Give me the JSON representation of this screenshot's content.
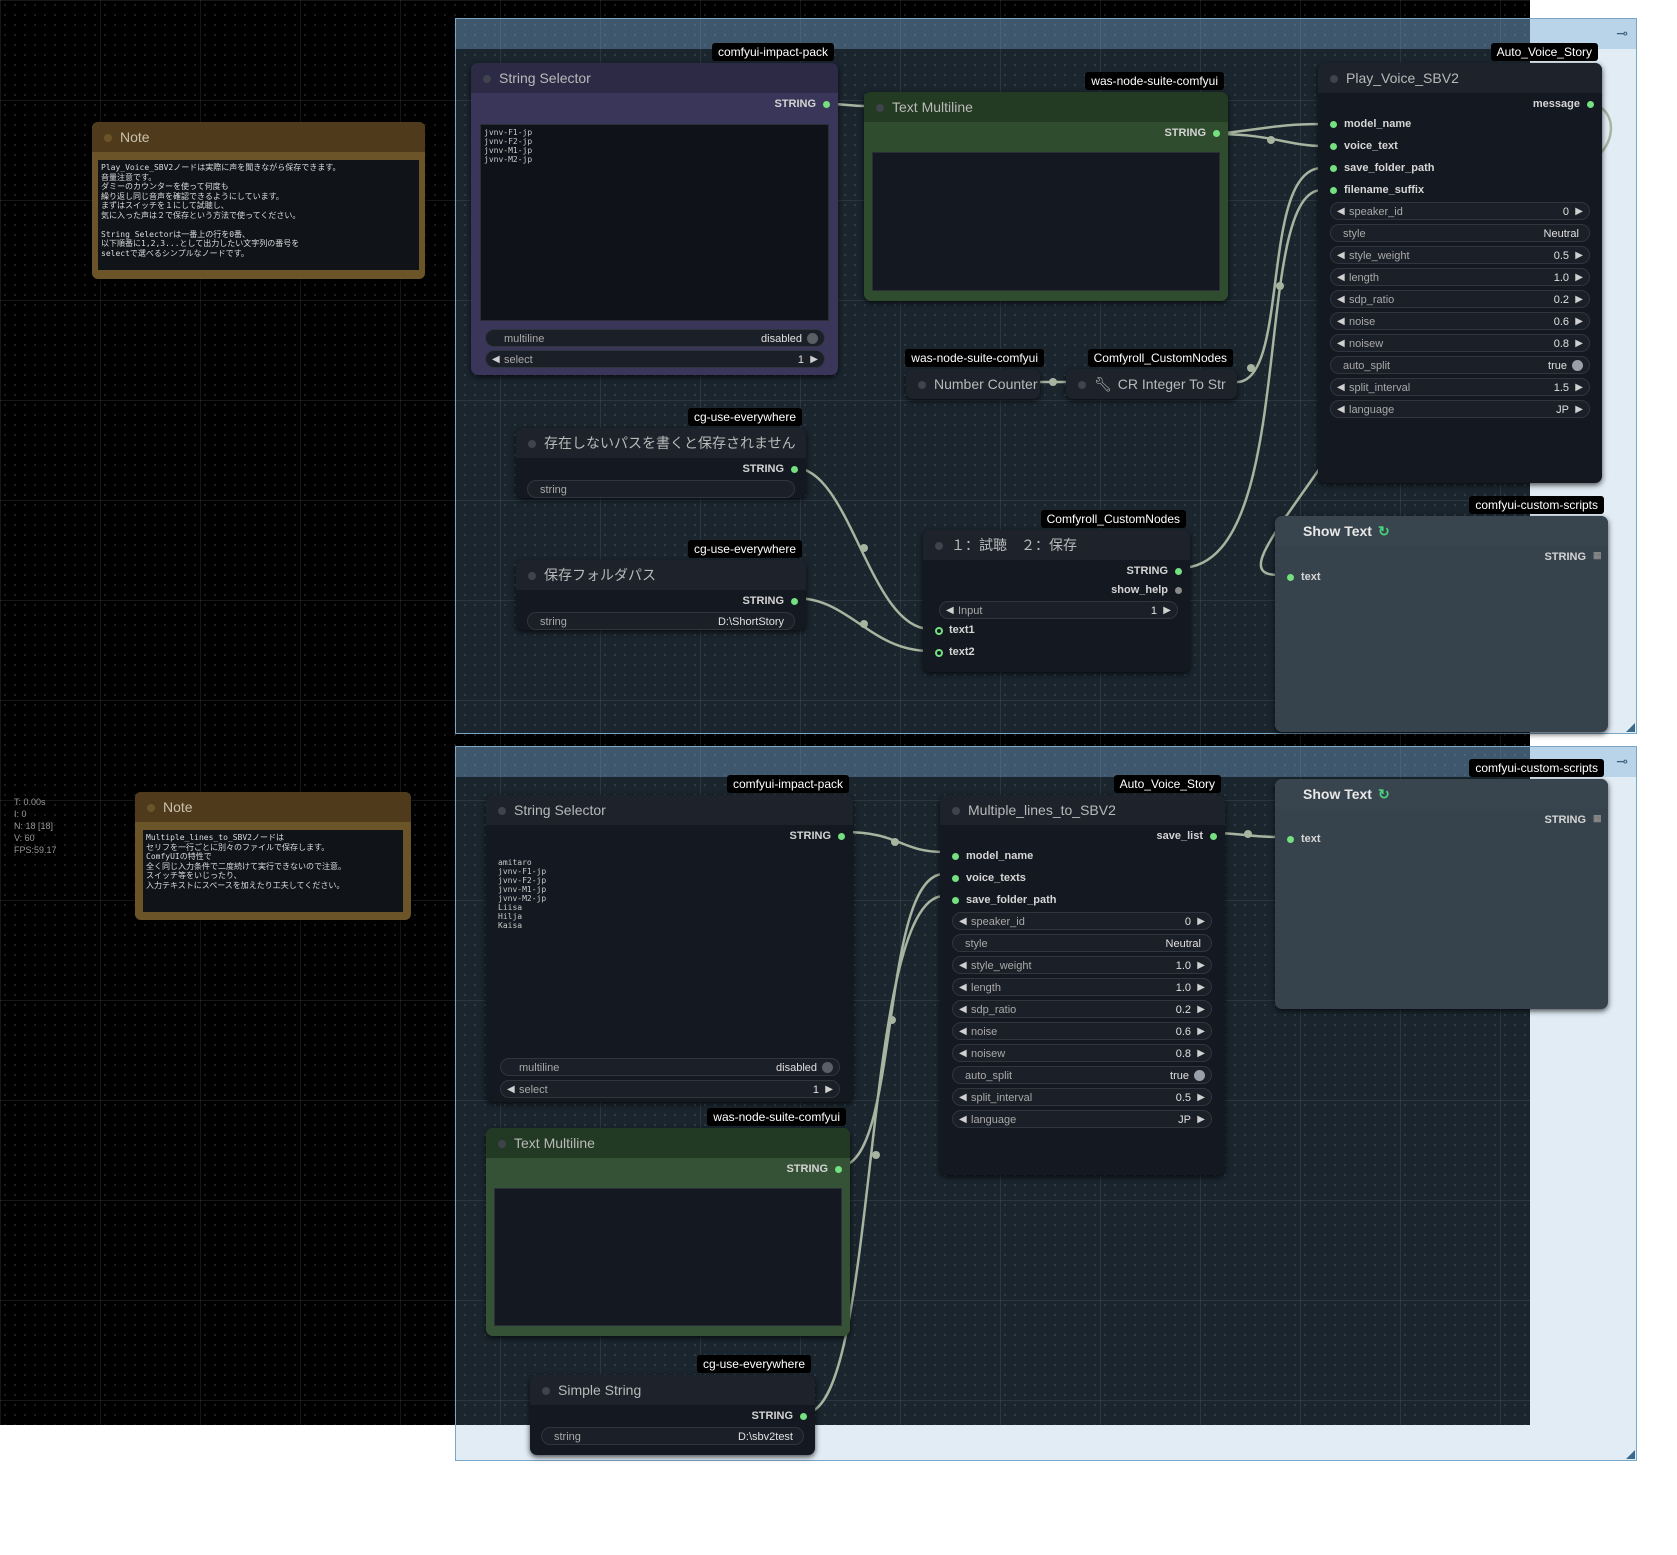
{
  "stats": {
    "t": "T: 0.00s",
    "i": "I: 0",
    "n": "N: 18 [18]",
    "v": "V: 60",
    "fps": "FPS:59.17"
  },
  "notes": {
    "top": {
      "title": "Note",
      "text": "Play_Voice_SBV2ノードは実際に声を聞きながら保存できます。\n音量注意です。\nダミーのカウンターを使って何度も\n繰り返し同じ音声を確認できるようにしています。\nまずはスイッチを１にして試聴し、\n気に入った声は２で保存という方法で使ってください。\n\nString Selectorは一番上の行を0番、\n以下順番に1,2,3...として出力したい文字列の番号を\nselectで選べるシンプルなノードです。"
    },
    "bottom": {
      "title": "Note",
      "text": "Multiple_lines_to_SBV2ノードは\nセリフを一行ごとに別々のファイルで保存します。\nComfyUIの特性で\n全く同じ入力条件で二度続けて実行できないので注意。\nスイッチ等をいじったり、\n入力テキストにスペースを加えたり工夫してください。"
    }
  },
  "top": {
    "string_selector": {
      "badge": "comfyui-impact-pack",
      "title": "String Selector",
      "out": "STRING",
      "text": "jvnv-F1-jp\njvnv-F2-jp\njvnv-M1-jp\njvnv-M2-jp",
      "multiline_label": "multiline",
      "multiline_value": "disabled",
      "select_label": "select",
      "select_value": "1"
    },
    "text_multiline": {
      "badge": "was-node-suite-comfyui",
      "title": "Text Multiline",
      "out": "STRING"
    },
    "number_counter": {
      "badge": "was-node-suite-comfyui",
      "title": "Number Counter"
    },
    "cr_int_to_str": {
      "badge": "Comfyroll_CustomNodes",
      "title": "CR Integer To Str"
    },
    "path_nonexist": {
      "badge": "cg-use-everywhere",
      "title": "存在しないパスを書くと保存されません",
      "out": "STRING",
      "w_label": "string",
      "w_value": ""
    },
    "save_folder": {
      "badge": "cg-use-everywhere",
      "title": "保存フォルダパス",
      "out": "STRING",
      "w_label": "string",
      "w_value": "D:\\ShortStory"
    },
    "switch": {
      "badge": "Comfyroll_CustomNodes",
      "title": "１：試聴　２：保存",
      "out1": "STRING",
      "out2": "show_help",
      "input_label": "Input",
      "input_value": "1",
      "in1": "text1",
      "in2": "text2"
    },
    "play_voice": {
      "badge": "Auto_Voice_Story",
      "title": "Play_Voice_SBV2",
      "out": "message",
      "inputs": [
        "model_name",
        "voice_text",
        "save_folder_path",
        "filename_suffix"
      ],
      "widgets": [
        {
          "label": "speaker_id",
          "value": "0"
        },
        {
          "label": "style",
          "value": "Neutral"
        },
        {
          "label": "style_weight",
          "value": "0.5"
        },
        {
          "label": "length",
          "value": "1.0"
        },
        {
          "label": "sdp_ratio",
          "value": "0.2"
        },
        {
          "label": "noise",
          "value": "0.6"
        },
        {
          "label": "noisew",
          "value": "0.8"
        },
        {
          "label": "auto_split",
          "value": "true"
        },
        {
          "label": "split_interval",
          "value": "1.5"
        },
        {
          "label": "language",
          "value": "JP"
        }
      ]
    },
    "show_text": {
      "badge": "comfyui-custom-scripts",
      "title": "Show Text",
      "refresh": "↻",
      "out": "STRING",
      "in": "text"
    }
  },
  "bottom": {
    "string_selector": {
      "badge": "comfyui-impact-pack",
      "title": "String Selector",
      "out": "STRING",
      "text": "amitaro\njvnv-F1-jp\njvnv-F2-jp\njvnv-M1-jp\njvnv-M2-jp\nLiisa\nHilja\nKaisa",
      "multiline_label": "multiline",
      "multiline_value": "disabled",
      "select_label": "select",
      "select_value": "1"
    },
    "text_multiline": {
      "badge": "was-node-suite-comfyui",
      "title": "Text Multiline",
      "out": "STRING"
    },
    "simple_string": {
      "badge": "cg-use-everywhere",
      "title": "Simple String",
      "out": "STRING",
      "w_label": "string",
      "w_value": "D:\\sbv2test"
    },
    "multi_lines": {
      "badge": "Auto_Voice_Story",
      "title": "Multiple_lines_to_SBV2",
      "out": "save_list",
      "inputs": [
        "model_name",
        "voice_texts",
        "save_folder_path"
      ],
      "widgets": [
        {
          "label": "speaker_id",
          "value": "0"
        },
        {
          "label": "style",
          "value": "Neutral"
        },
        {
          "label": "style_weight",
          "value": "1.0"
        },
        {
          "label": "length",
          "value": "1.0"
        },
        {
          "label": "sdp_ratio",
          "value": "0.2"
        },
        {
          "label": "noise",
          "value": "0.6"
        },
        {
          "label": "noisew",
          "value": "0.8"
        },
        {
          "label": "auto_split",
          "value": "true"
        },
        {
          "label": "split_interval",
          "value": "0.5"
        },
        {
          "label": "language",
          "value": "JP"
        }
      ]
    },
    "show_text": {
      "badge": "comfyui-custom-scripts",
      "title": "Show Text",
      "refresh": "↻",
      "out": "STRING",
      "in": "text"
    }
  },
  "colors": {
    "link": "#a7b4a0",
    "slot": "#74e07f",
    "group": "#7aa7c7"
  }
}
